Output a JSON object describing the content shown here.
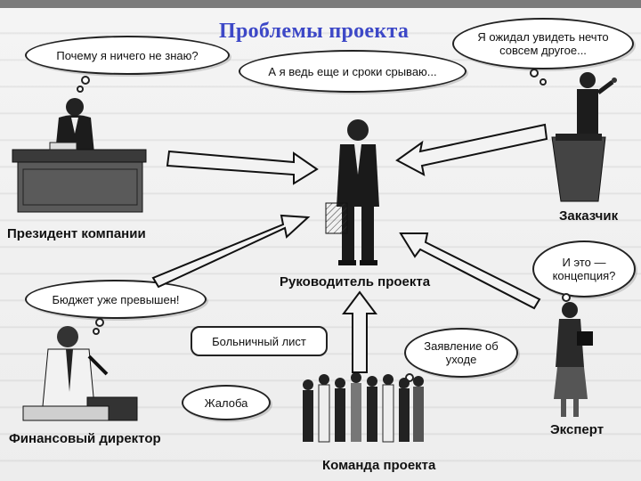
{
  "title": "Проблемы проекта",
  "bubbles": {
    "president": "Почему я ничего не знаю?",
    "deadline": "А я ведь еще и сроки срываю...",
    "customer": "Я ожидал увидеть нечто совсем другое...",
    "budget": "Бюджет уже превышен!",
    "concept": "И это — концепция?",
    "sick_leave": "Больничный лист",
    "resignation": "Заявление об уходе",
    "complaint": "Жалоба"
  },
  "roles": {
    "president": "Президент компании",
    "customer": "Заказчик",
    "manager": "Руководитель проекта",
    "finance": "Финансовый директор",
    "expert": "Эксперт",
    "team": "Команда проекта"
  }
}
